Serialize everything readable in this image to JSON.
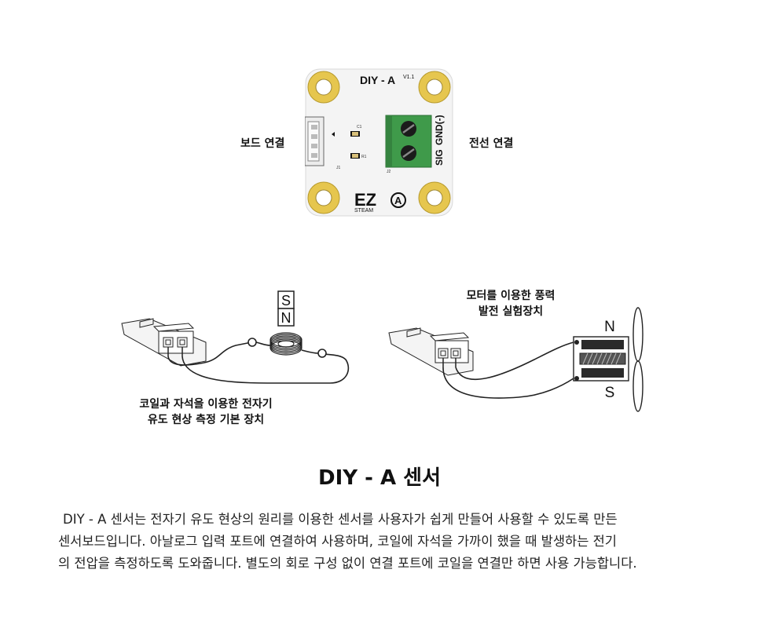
{
  "board": {
    "name": "DIY - A",
    "version": "V1.1",
    "left_label": "보드 연결",
    "right_label": "전선 연결",
    "terminal_gnd": "GND(-)",
    "terminal_sig": "SIG",
    "brand_top": "EZ",
    "brand_bottom": "STEAM",
    "brand_badge": "A",
    "silk_c1": "C1",
    "silk_r1": "R1",
    "silk_j1": "J1",
    "silk_j2": "J2"
  },
  "diagram_left": {
    "magnet_top": "S",
    "magnet_bottom": "N",
    "caption_line1": "코일과 자석을 이용한 전자기",
    "caption_line2": "유도 현상 측정 기본 장치"
  },
  "diagram_right": {
    "caption_line1": "모터를 이용한 풍력",
    "caption_line2": "발전 실험장치",
    "pole_top": "N",
    "pole_bottom": "S"
  },
  "title": "DIY - A 센서",
  "description": [
    "DIY - A 센서는 전자기 유도 현상의 원리를 이용한 센서를 사용자가 쉽게 만들어 사용할 수 있도록 만든",
    "센서보드입니다. 아날로그 입력 포트에 연결하여 사용하며, 코일에 자석을 가까이 했을 때 발생하는 전기",
    "의 전압을 측정하도록 도와줍니다. 별도의 회로 구성 없이 연결 포트에 코일을 연결만 하면 사용 가능합니다."
  ],
  "colors": {
    "board": "#f4f4f4",
    "pad_gold": "#e6c64e",
    "terminal_green": "#3f9a4a",
    "text": "#111111"
  }
}
